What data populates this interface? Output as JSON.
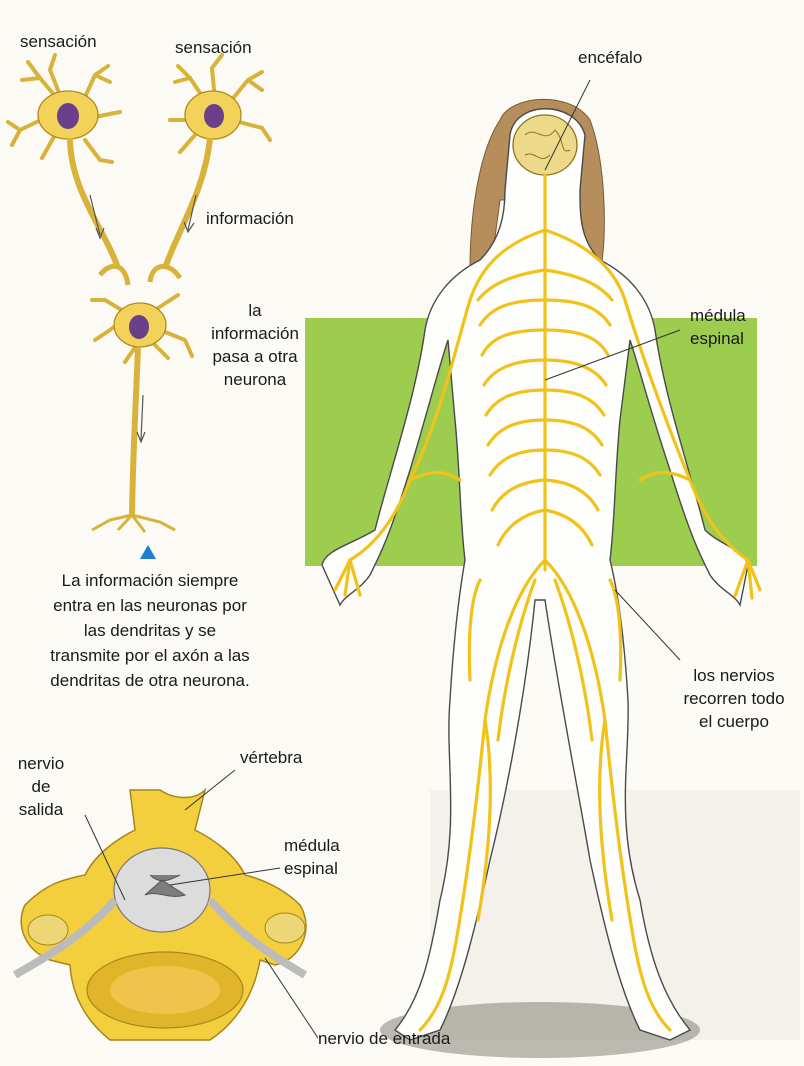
{
  "neurons": {
    "sensation_left": "sensación",
    "sensation_right": "sensación",
    "information": "información",
    "passes_line1": "la",
    "passes_line2": "información",
    "passes_line3": "pasa a otra",
    "passes_line4": "neurona",
    "caption_line1": "La información siempre",
    "caption_line2": "entra en las neuronas por",
    "caption_line3": "las dendritas y se",
    "caption_line4": "transmite por el axón a las",
    "caption_line5": "dendritas de otra neurona."
  },
  "body": {
    "brain": "encéfalo",
    "cord_line1": "médula",
    "cord_line2": "espinal",
    "nerves_line1": "los nervios",
    "nerves_line2": "recorren todo",
    "nerves_line3": "el cuerpo"
  },
  "vertebra": {
    "exit_line1": "nervio",
    "exit_line2": "de",
    "exit_line3": "salida",
    "vertebra": "vértebra",
    "cord_line1": "médula",
    "cord_line2": "espinal",
    "entry": "nervio de entrada"
  },
  "colors": {
    "green_panel": "#9ccd4f",
    "nerve": "#f0c21a",
    "neuron_body": "#f3d25a",
    "nucleus": "#6b3f8a",
    "marker": "#1c7fd1"
  },
  "icons": {
    "marker": "triangle-up-icon"
  }
}
